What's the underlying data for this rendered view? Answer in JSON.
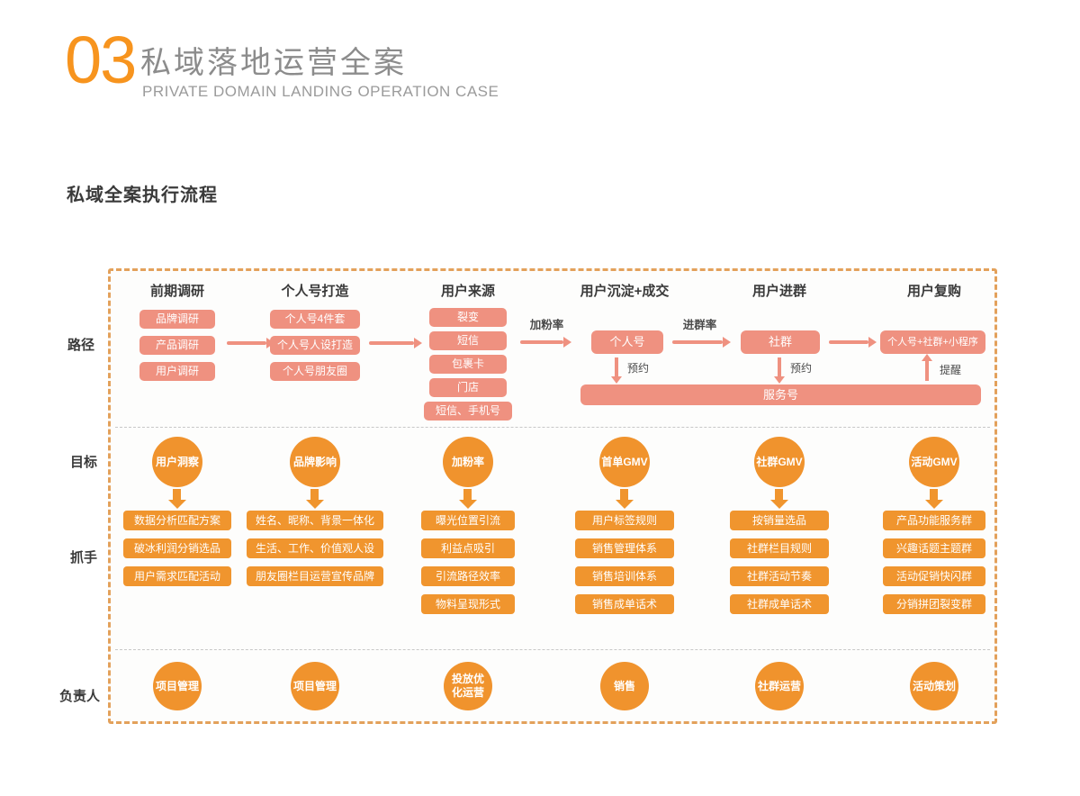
{
  "page": {
    "section_number": "03",
    "title": "私域落地运营全案",
    "subtitle": "PRIVATE DOMAIN LANDING OPERATION CASE",
    "section_heading": "私域全案执行流程"
  },
  "colors": {
    "accent_orange": "#F7941E",
    "salmon_box": "#EF9180",
    "orange_box": "#F0952E",
    "dashed_border": "#E3A15B"
  },
  "row_labels": {
    "path": "路径",
    "goal": "目标",
    "grip": "抓手",
    "owner": "负责人"
  },
  "flow": {
    "fans_rate": "加粉率",
    "group_rate": "进群率",
    "personal": "个人号",
    "community": "社群",
    "combo": "个人号+社群+小程序",
    "reserve": "预约",
    "remind": "提醒",
    "service": "服务号"
  },
  "columns": [
    {
      "header": "前期调研",
      "path_boxes": [
        "品牌调研",
        "产品调研",
        "用户调研"
      ],
      "goal": "用户洞察",
      "grips": [
        "数据分析匹配方案",
        "破冰利润分销选品",
        "用户需求匹配活动"
      ],
      "owner": "项目管理"
    },
    {
      "header": "个人号打造",
      "path_boxes": [
        "个人号4件套",
        "个人号人设打造",
        "个人号朋友圈"
      ],
      "goal": "品牌影响",
      "grips": [
        "姓名、昵称、背景一体化",
        "生活、工作、价值观人设",
        "朋友圈栏目运营宣传品牌"
      ],
      "owner": "项目管理"
    },
    {
      "header": "用户来源",
      "path_boxes": [
        "裂变",
        "短信",
        "包裹卡",
        "门店",
        "短信、手机号"
      ],
      "goal": "加粉率",
      "grips": [
        "曝光位置引流",
        "利益点吸引",
        "引流路径效率",
        "物料呈现形式"
      ],
      "owner": "投放优化运营"
    },
    {
      "header": "用户沉淀+成交",
      "path_boxes": [],
      "goal": "首单GMV",
      "grips": [
        "用户标签规则",
        "销售管理体系",
        "销售培训体系",
        "销售成单话术"
      ],
      "owner": "销售"
    },
    {
      "header": "用户进群",
      "path_boxes": [],
      "goal": "社群GMV",
      "grips": [
        "按销量选品",
        "社群栏目规则",
        "社群活动节奏",
        "社群成单话术"
      ],
      "owner": "社群运营"
    },
    {
      "header": "用户复购",
      "path_boxes": [],
      "goal": "活动GMV",
      "grips": [
        "产品功能服务群",
        "兴趣话题主题群",
        "活动促销快闪群",
        "分销拼团裂变群"
      ],
      "owner": "活动策划"
    }
  ]
}
